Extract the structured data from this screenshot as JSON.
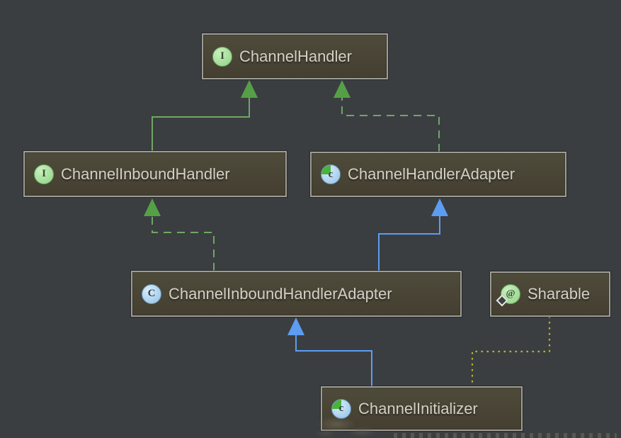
{
  "diagram": {
    "type": "uml-class-diagram",
    "theme": "darcula",
    "colors": {
      "background": "#3b3e41",
      "node_fill": "#4a4636",
      "node_border": "#9d9c96",
      "label_text": "#d3d0c6",
      "realization_and_interface_extends": "#6fa763",
      "extends_class": "#5d9cf3",
      "annotation_link": "#b5b52e"
    },
    "glyphs": {
      "interface": "I",
      "class": "C",
      "abstract_class": "c",
      "annotation": "@"
    },
    "nodes": {
      "channel_handler": {
        "label": "ChannelHandler",
        "stereotype": "interface"
      },
      "channel_inbound_handler": {
        "label": "ChannelInboundHandler",
        "stereotype": "interface"
      },
      "channel_handler_adapter": {
        "label": "ChannelHandlerAdapter",
        "stereotype": "abstract-class"
      },
      "channel_inbound_handler_adapter": {
        "label": "ChannelInboundHandlerAdapter",
        "stereotype": "class"
      },
      "sharable": {
        "label": "Sharable",
        "stereotype": "annotation",
        "has_static_mark": true
      },
      "channel_initializer": {
        "label": "ChannelInitializer",
        "stereotype": "abstract-class"
      }
    },
    "edges": [
      {
        "from": "ChannelInboundHandler",
        "to": "ChannelHandler",
        "relation": "extends-interface",
        "style": "solid",
        "color": "green"
      },
      {
        "from": "ChannelHandlerAdapter",
        "to": "ChannelHandler",
        "relation": "implements",
        "style": "dashed",
        "color": "green"
      },
      {
        "from": "ChannelInboundHandlerAdapter",
        "to": "ChannelInboundHandler",
        "relation": "implements",
        "style": "dashed",
        "color": "green"
      },
      {
        "from": "ChannelInboundHandlerAdapter",
        "to": "ChannelHandlerAdapter",
        "relation": "extends",
        "style": "solid",
        "color": "blue"
      },
      {
        "from": "ChannelInitializer",
        "to": "ChannelInboundHandlerAdapter",
        "relation": "extends",
        "style": "solid",
        "color": "blue"
      },
      {
        "from": "ChannelInitializer",
        "to": "Sharable",
        "relation": "annotated-with",
        "style": "dotted",
        "color": "yellow"
      }
    ]
  }
}
